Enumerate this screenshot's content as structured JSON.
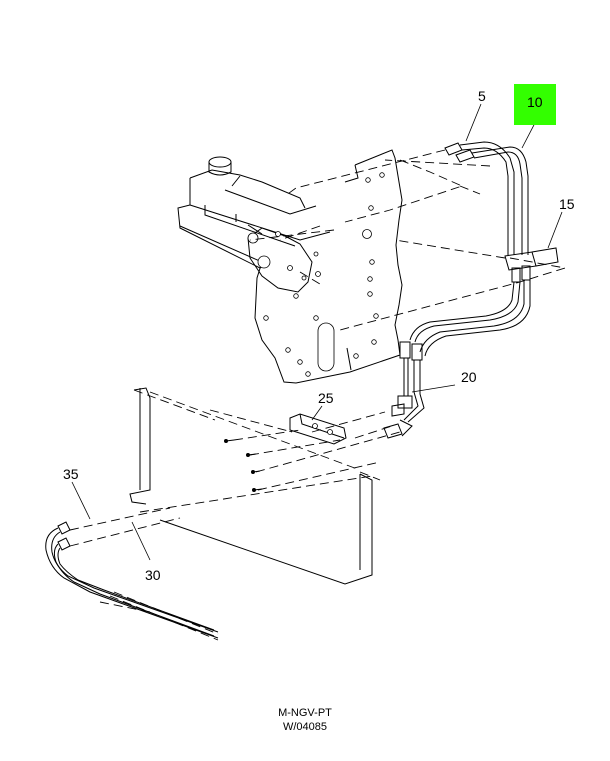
{
  "callouts": {
    "c5": "5",
    "c10": "10",
    "c15": "15",
    "c20": "20",
    "c25": "25",
    "c30": "30",
    "c35": "35"
  },
  "highlight_color": "#33ff00",
  "caption": {
    "line1": "M-NGV-PT",
    "line2": "W/04085"
  }
}
